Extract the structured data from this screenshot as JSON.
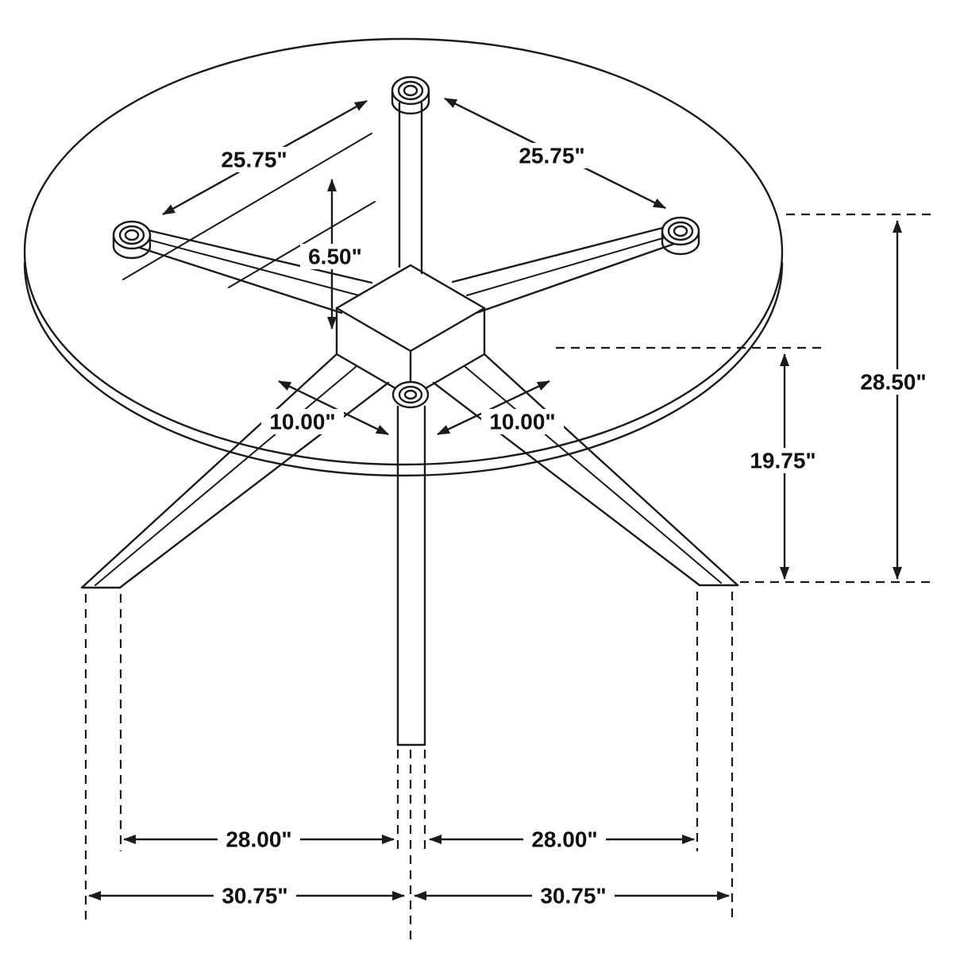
{
  "diagram": {
    "subject": "round-glass-top-dining-table-dimension-drawing",
    "line_color": "#1b1b1b",
    "background": "#ffffff",
    "dimensions": {
      "glass_left": "25.75\"",
      "glass_right": "25.75\"",
      "apron_drop": "6.50\"",
      "overall_height": "28.50\"",
      "leg_height": "19.75\"",
      "arm_left": "10.00\"",
      "arm_right": "10.00\"",
      "foot_left": "28.00\"",
      "foot_right": "28.00\"",
      "base_left": "30.75\"",
      "base_right": "30.75\""
    }
  }
}
